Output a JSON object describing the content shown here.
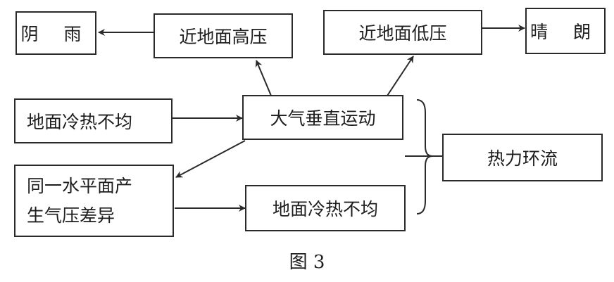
{
  "nodes": {
    "yin_yu": "阴 雨",
    "jin_gao": "近地面高压",
    "jin_di": "近地面低压",
    "qing_lang": "晴 朗",
    "di_mian_1": "地面冷热不均",
    "da_qi": "大气垂直运动",
    "re_li": "热力环流",
    "tong_yi_line1": "同一水平面产",
    "tong_yi_line2": "生气压差异",
    "di_mian_2": "地面冷热不均"
  },
  "caption": "图 3"
}
